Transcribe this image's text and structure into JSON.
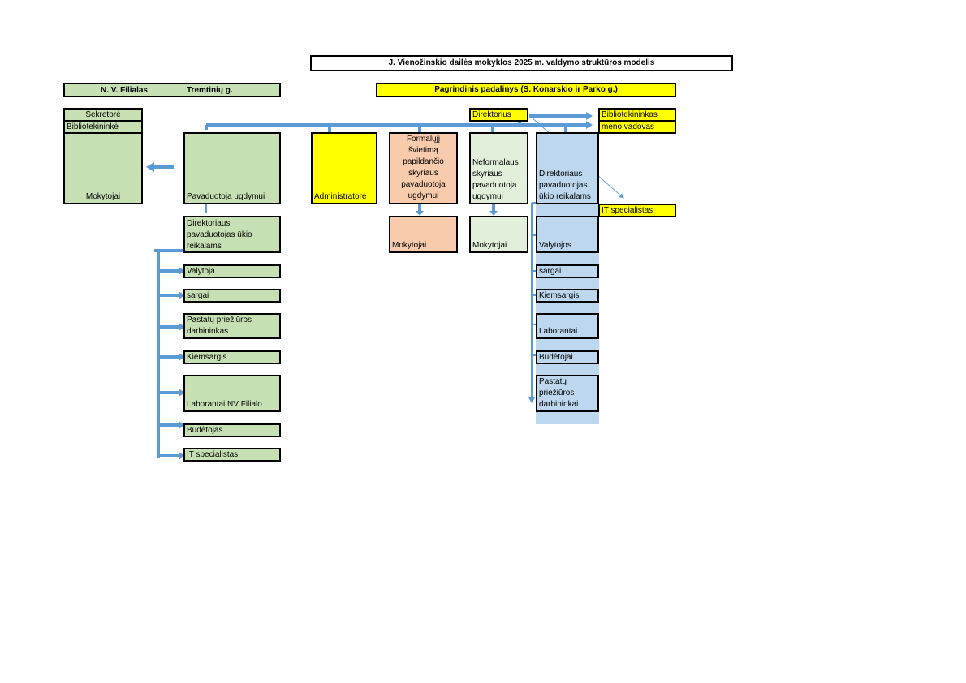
{
  "title": "J. Vienožinskio dailės mokyklos 2025 m. valdymo struktūros modelis",
  "branch": {
    "name": "N. V. Filialas",
    "street": "Tremtinių g.",
    "secretary": "Sekretorė",
    "librarian": "Bibliotekininkė",
    "teachers": "Mokytojai",
    "deputy_education": "Pavaduotoja ugdymui",
    "deputy_econ": "Direktoriaus pavaduotojas ūkio reikalams",
    "staff": [
      "Valytoja",
      "sargai",
      "Pastatų priežiūros darbininkas",
      "Kiemsargis",
      "Laborantai NV Filialo",
      "Budėtojas",
      "IT specialistas"
    ]
  },
  "main": {
    "name": "Pagrindinis padalinys (S. Konarskio ir Parko g.)",
    "director": "Direktorius",
    "librarian": "Bibliotekininkas",
    "art_director": "meno vadovas",
    "it": "IT specialistas",
    "administrator": "Administratorė",
    "formal_deputy": "Formalųjį švietimą papildančio skyriaus pavaduotoja ugdymui",
    "nonformal_deputy": "Neformalaus skyriaus pavaduotoja ugdymui",
    "econ_deputy": "Direktoriaus pavaduotojas ūkio reikalams",
    "formal_teachers": "Mokytojai",
    "nonformal_teachers": "Mokytojai",
    "econ_staff": [
      "Valytojos",
      "sargai",
      "Kiemsargis",
      "Laborantai",
      "Budėtojai",
      "Pastatų priežiūros darbininkai"
    ]
  },
  "colors": {
    "green": "#c6e0b4",
    "light_green": "#e2efda",
    "yellow": "#ffff00",
    "peach": "#f8cbad",
    "blue": "#bdd7ee",
    "connector": "#5b9bd5"
  }
}
